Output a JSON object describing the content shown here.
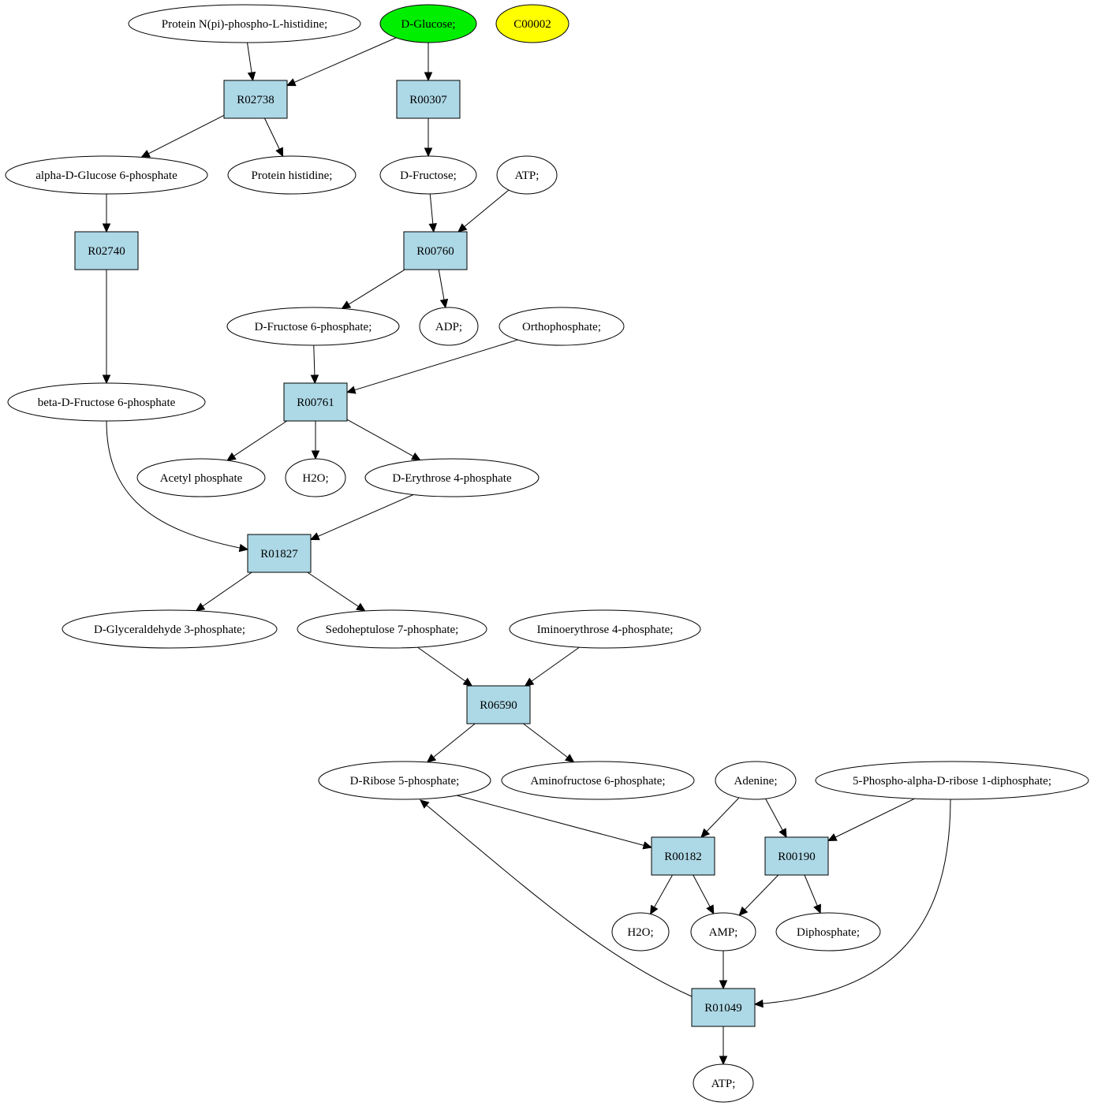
{
  "diagram": {
    "colors": {
      "reaction_fill": "#add8e6",
      "compound_fill": "#ffffff",
      "highlight_green": "#00ee00",
      "highlight_yellow": "#ffff00",
      "stroke": "#000000"
    },
    "compounds": {
      "protein_nphos": {
        "label": "Protein N(pi)-phospho-L-histidine;"
      },
      "d_glucose": {
        "label": "D-Glucose;",
        "fill": "#00ee00"
      },
      "c00002": {
        "label": "C00002",
        "fill": "#ffff00"
      },
      "alpha_g6p": {
        "label": "alpha-D-Glucose 6-phosphate"
      },
      "protein_his": {
        "label": "Protein histidine;"
      },
      "d_fructose": {
        "label": "D-Fructose;"
      },
      "atp_1": {
        "label": "ATP;"
      },
      "d_f6p": {
        "label": "D-Fructose 6-phosphate;"
      },
      "adp": {
        "label": "ADP;"
      },
      "orthophosphate": {
        "label": "Orthophosphate;"
      },
      "beta_f6p": {
        "label": "beta-D-Fructose 6-phosphate"
      },
      "acetyl_phosphate": {
        "label": "Acetyl phosphate"
      },
      "h2o_1": {
        "label": "H2O;"
      },
      "d_e4p": {
        "label": "D-Erythrose 4-phosphate"
      },
      "d_g3p": {
        "label": "D-Glyceraldehyde 3-phosphate;"
      },
      "s7p": {
        "label": "Sedoheptulose 7-phosphate;"
      },
      "imino_e4p": {
        "label": "Iminoerythrose 4-phosphate;"
      },
      "d_r5p": {
        "label": "D-Ribose 5-phosphate;"
      },
      "amino_f6p": {
        "label": "Aminofructose 6-phosphate;"
      },
      "adenine": {
        "label": "Adenine;"
      },
      "prpp": {
        "label": "5-Phospho-alpha-D-ribose 1-diphosphate;"
      },
      "h2o_2": {
        "label": "H2O;"
      },
      "amp": {
        "label": "AMP;"
      },
      "diphosphate": {
        "label": "Diphosphate;"
      },
      "atp_2": {
        "label": "ATP;"
      }
    },
    "reactions": {
      "r02738": {
        "label": "R02738"
      },
      "r00307": {
        "label": "R00307"
      },
      "r02740": {
        "label": "R02740"
      },
      "r00760": {
        "label": "R00760"
      },
      "r00761": {
        "label": "R00761"
      },
      "r01827": {
        "label": "R01827"
      },
      "r06590": {
        "label": "R06590"
      },
      "r00182": {
        "label": "R00182"
      },
      "r00190": {
        "label": "R00190"
      },
      "r01049": {
        "label": "R01049"
      }
    },
    "edges": [
      {
        "from": "protein_nphos",
        "to": "r02738"
      },
      {
        "from": "d_glucose",
        "to": "r02738"
      },
      {
        "from": "d_glucose",
        "to": "r00307"
      },
      {
        "from": "r02738",
        "to": "alpha_g6p"
      },
      {
        "from": "r02738",
        "to": "protein_his"
      },
      {
        "from": "r00307",
        "to": "d_fructose"
      },
      {
        "from": "alpha_g6p",
        "to": "r02740"
      },
      {
        "from": "d_fructose",
        "to": "r00760"
      },
      {
        "from": "atp_1",
        "to": "r00760"
      },
      {
        "from": "r02740",
        "to": "beta_f6p"
      },
      {
        "from": "r00760",
        "to": "d_f6p"
      },
      {
        "from": "r00760",
        "to": "adp"
      },
      {
        "from": "d_f6p",
        "to": "r00761"
      },
      {
        "from": "orthophosphate",
        "to": "r00761"
      },
      {
        "from": "r00761",
        "to": "acetyl_phosphate"
      },
      {
        "from": "r00761",
        "to": "h2o_1"
      },
      {
        "from": "r00761",
        "to": "d_e4p"
      },
      {
        "from": "beta_f6p",
        "to": "r01827"
      },
      {
        "from": "d_e4p",
        "to": "r01827"
      },
      {
        "from": "r01827",
        "to": "d_g3p"
      },
      {
        "from": "r01827",
        "to": "s7p"
      },
      {
        "from": "s7p",
        "to": "r06590"
      },
      {
        "from": "imino_e4p",
        "to": "r06590"
      },
      {
        "from": "r06590",
        "to": "d_r5p"
      },
      {
        "from": "r06590",
        "to": "amino_f6p"
      },
      {
        "from": "d_r5p",
        "to": "r00182"
      },
      {
        "from": "adenine",
        "to": "r00182"
      },
      {
        "from": "adenine",
        "to": "r00190"
      },
      {
        "from": "prpp",
        "to": "r00190"
      },
      {
        "from": "r00182",
        "to": "h2o_2"
      },
      {
        "from": "r00182",
        "to": "amp"
      },
      {
        "from": "r00190",
        "to": "amp"
      },
      {
        "from": "r00190",
        "to": "diphosphate"
      },
      {
        "from": "prpp",
        "to": "r01049"
      },
      {
        "from": "amp",
        "to": "r01049"
      },
      {
        "from": "r01049",
        "to": "d_r5p"
      },
      {
        "from": "r01049",
        "to": "atp_2"
      }
    ]
  }
}
